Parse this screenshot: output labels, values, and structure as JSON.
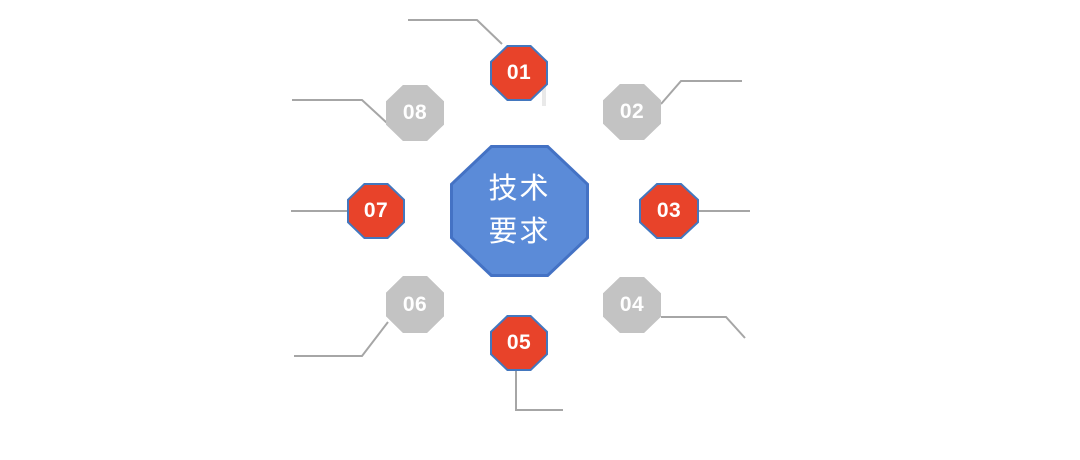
{
  "diagram": {
    "center": {
      "label_line1": "技术",
      "label_line2": "要求",
      "fill": "#5B8BD8",
      "border": "#4472C4",
      "text_color": "#FFFFFF"
    },
    "colors": {
      "background": "#FFFFFF",
      "red_fill": "#E8432A",
      "red_border": "#4377BE",
      "gray_fill": "#C3C3C3",
      "connector": "#A6A6A6",
      "stub": "#E9E9E9",
      "number_color": "#FFFFFF"
    },
    "nodes": [
      {
        "id": "01",
        "label": "01",
        "variant": "red"
      },
      {
        "id": "02",
        "label": "02",
        "variant": "gray"
      },
      {
        "id": "03",
        "label": "03",
        "variant": "red"
      },
      {
        "id": "04",
        "label": "04",
        "variant": "gray"
      },
      {
        "id": "05",
        "label": "05",
        "variant": "red"
      },
      {
        "id": "06",
        "label": "06",
        "variant": "gray"
      },
      {
        "id": "07",
        "label": "07",
        "variant": "red"
      },
      {
        "id": "08",
        "label": "08",
        "variant": "gray"
      }
    ]
  }
}
